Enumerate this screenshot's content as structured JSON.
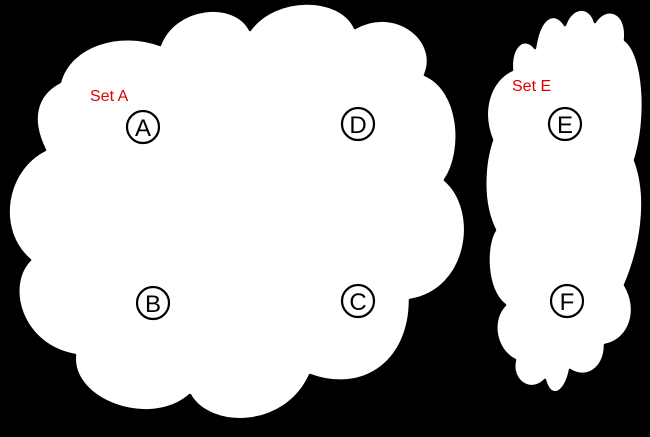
{
  "colors": {
    "background": "#000000",
    "cloud_fill": "#ffffff",
    "outline": "#000000",
    "set_label": "#e00000"
  },
  "sets": [
    {
      "label": "Set A",
      "nodes": [
        "A",
        "B",
        "C",
        "D"
      ]
    },
    {
      "label": "Set E",
      "nodes": [
        "E",
        "F"
      ]
    }
  ]
}
